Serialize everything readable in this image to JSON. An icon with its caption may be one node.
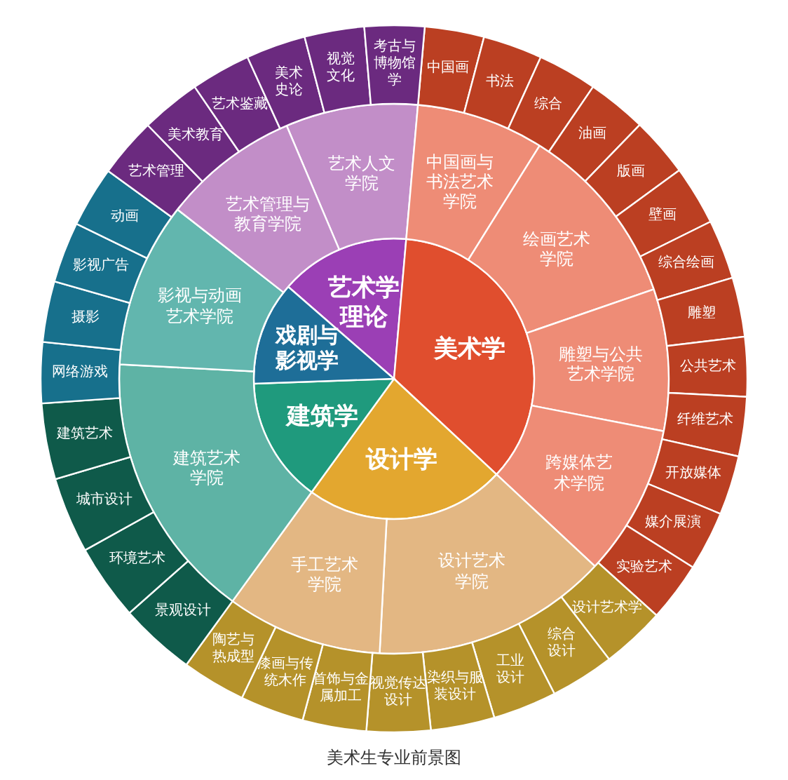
{
  "diagram": {
    "caption": "美术生专业前景图",
    "nodes": [
      {
        "text": [
          "艺术学理论"
        ]
      },
      {
        "text": [
          "美术学"
        ]
      },
      {
        "text": [
          "设计学"
        ]
      },
      {
        "text": [
          "建筑学"
        ]
      },
      {
        "text": [
          "戏剧与影视学"
        ]
      },
      {
        "text": [
          "艺术人文学院"
        ]
      },
      {
        "text": [
          "中国画与书法艺术学院"
        ]
      },
      {
        "text": [
          "绘画艺术学院"
        ]
      },
      {
        "text": [
          "雕塑与公共艺术学院"
        ]
      },
      {
        "text": [
          "跨媒体艺术学院"
        ]
      },
      {
        "text": [
          "设计艺术学院"
        ]
      },
      {
        "text": [
          "手工艺术学院"
        ]
      },
      {
        "text": [
          "建筑艺术学院"
        ]
      },
      {
        "text": [
          "影视与动画艺术学院"
        ]
      },
      {
        "text": [
          "艺术管理与教育学院"
        ]
      },
      {
        "text": [
          "中国画"
        ]
      },
      {
        "text": [
          "书法"
        ]
      },
      {
        "text": [
          "综合"
        ]
      },
      {
        "text": [
          "油画"
        ]
      },
      {
        "text": [
          "版画"
        ]
      },
      {
        "text": [
          "壁画"
        ]
      },
      {
        "text": [
          "综合绘画"
        ]
      },
      {
        "text": [
          "雕塑"
        ]
      },
      {
        "text": [
          "公共艺术"
        ]
      },
      {
        "text": [
          "纤维艺术"
        ]
      },
      {
        "text": [
          "开放媒体"
        ]
      },
      {
        "text": [
          "媒介展演"
        ]
      },
      {
        "text": [
          "实验艺术"
        ]
      },
      {
        "text": [
          "设计艺术学"
        ]
      },
      {
        "text": [
          "综合设计"
        ]
      },
      {
        "text": [
          "工业设计"
        ]
      },
      {
        "text": [
          "染织与服装设计"
        ]
      },
      {
        "text": [
          "视觉传达设计"
        ]
      },
      {
        "text": [
          "首饰与金属加工"
        ]
      },
      {
        "text": [
          "漆画与传统木作"
        ]
      },
      {
        "text": [
          "陶艺与热成型"
        ]
      },
      {
        "text": [
          "景观设计"
        ]
      },
      {
        "text": [
          "环境艺术"
        ]
      },
      {
        "text": [
          "城市设计"
        ]
      },
      {
        "text": [
          "建筑艺术"
        ]
      },
      {
        "text": [
          "网络游戏"
        ]
      },
      {
        "text": [
          "摄影"
        ]
      },
      {
        "text": [
          "影视广告"
        ]
      },
      {
        "text": [
          "动画"
        ]
      },
      {
        "text": [
          "艺术管理"
        ]
      },
      {
        "text": [
          "美术教育"
        ]
      },
      {
        "text": [
          "艺术鉴藏"
        ]
      },
      {
        "text": [
          "美术史论"
        ]
      },
      {
        "text": [
          "视觉文化"
        ]
      },
      {
        "text": [
          "考古与博物馆学"
        ]
      }
    ]
  }
}
